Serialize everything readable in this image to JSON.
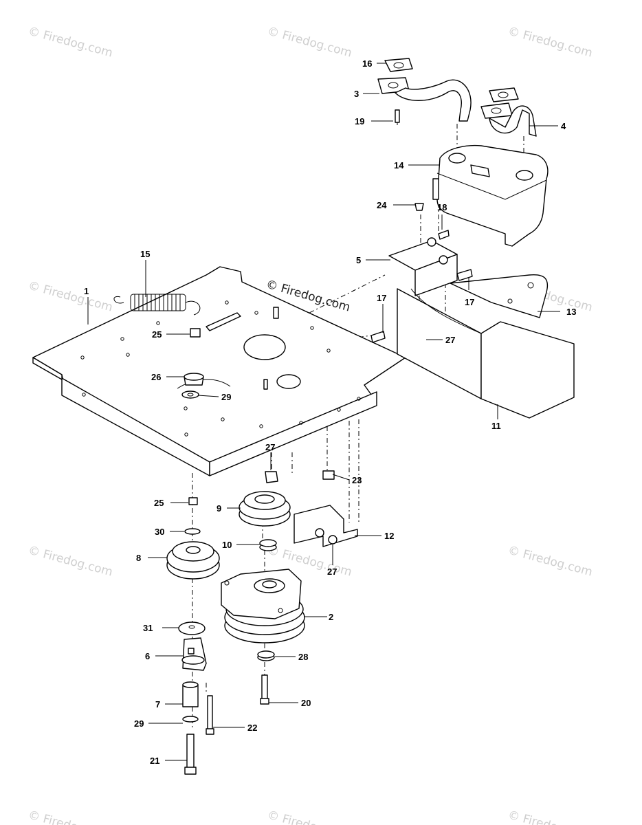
{
  "watermark": {
    "text": "© Firedog.com",
    "center_text": "© Firedog.com",
    "color": "#cfcfcf"
  },
  "callouts": {
    "c1": "1",
    "c2": "2",
    "c3": "3",
    "c4": "4",
    "c5": "5",
    "c6": "6",
    "c7": "7",
    "c8": "8",
    "c9": "9",
    "c10": "10",
    "c11": "11",
    "c12": "12",
    "c13": "13",
    "c14": "14",
    "c15": "15",
    "c16": "16",
    "c17a": "17",
    "c17b": "17",
    "c18": "18",
    "c19": "19",
    "c20": "20",
    "c21": "21",
    "c22": "22",
    "c23": "23",
    "c24": "24",
    "c25a": "25",
    "c25b": "25",
    "c26": "26",
    "c27a": "27",
    "c27b": "27",
    "c27c": "27",
    "c28": "28",
    "c29a": "29",
    "c29b": "29",
    "c30": "30",
    "c31": "31"
  }
}
